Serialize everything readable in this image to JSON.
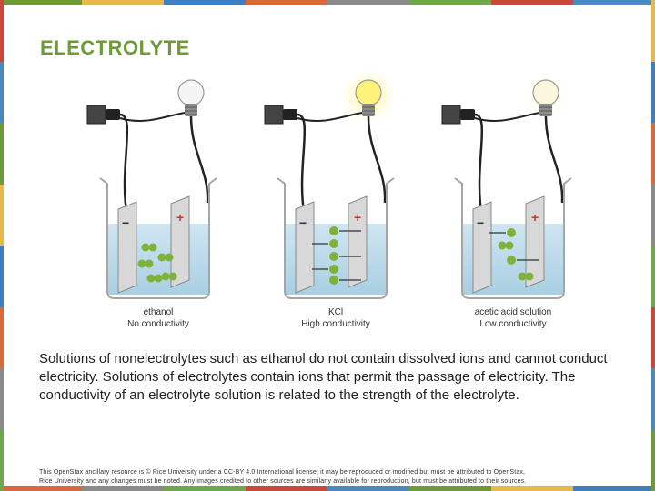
{
  "slide": {
    "title": "ELECTROLYTE",
    "body": "Solutions of nonelectrolytes such as ethanol do not contain dissolved ions and cannot conduct electricity. Solutions of electrolytes contain ions that permit the passage of electricity. The conductivity of an electrolyte solution is related to the strength of the electrolyte.",
    "footer_line1": "This OpenStax ancillary resource is © Rice University under a CC-BY 4.0 International license; it may be reproduced or modified but must be attributed to OpenStax,",
    "footer_line2": "Rice University and any changes must be noted. Any images credited to other sources are similarly available for reproduction, but must be attributed to their sources."
  },
  "figure": {
    "beakers": [
      {
        "solution": "ethanol",
        "conductivity": "No conductivity",
        "bulb_state": "off"
      },
      {
        "solution": "KCl",
        "conductivity": "High conductivity",
        "bulb_state": "bright"
      },
      {
        "solution": "acetic acid solution",
        "conductivity": "Low conductivity",
        "bulb_state": "dim"
      }
    ],
    "electrode_signs": {
      "negative": "−",
      "positive": "+"
    }
  },
  "colors": {
    "title": "#6f9a3a",
    "border": [
      "#6f9a3a",
      "#e8b84a",
      "#3f7fbf",
      "#d9693a",
      "#8a8a8a",
      "#6fa84a",
      "#c94a3a",
      "#4a8abf"
    ],
    "solution": "#b7d8ea",
    "molecule_green": "#7fb23a",
    "bulb_bright": "#fff27a"
  }
}
